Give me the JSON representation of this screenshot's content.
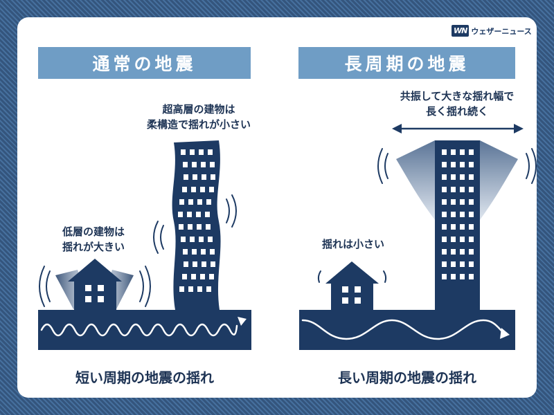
{
  "logo": {
    "mark": "WN",
    "text": "ウェザーニュース"
  },
  "left": {
    "title": "通常の地震",
    "tall_label": [
      "超高層の建物は",
      "柔構造で揺れが小さい"
    ],
    "low_label": [
      "低層の建物は",
      "揺れが大きい"
    ],
    "caption": "短い周期の地震の揺れ"
  },
  "right": {
    "title": "長周期の地震",
    "tall_label": [
      "共振して大きな揺れ幅で",
      "長く揺れ続く"
    ],
    "low_label": [
      "揺れは小さい"
    ],
    "caption": "長い周期の地震の揺れ"
  },
  "colors": {
    "navy": "#1d3a63",
    "banner": "#6f9dc5",
    "window": "#ffffff",
    "motion": "#8ea5c2"
  }
}
